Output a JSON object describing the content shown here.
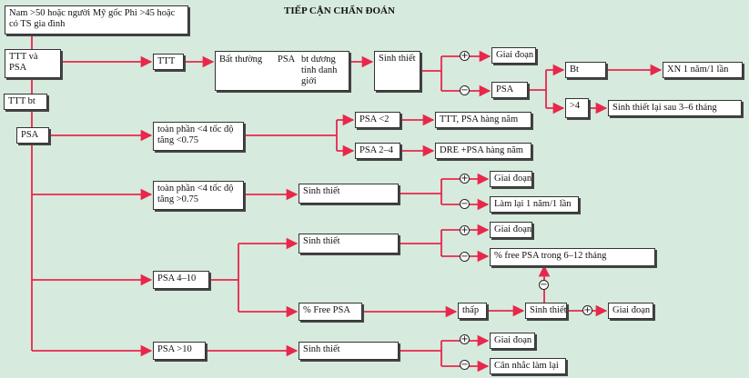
{
  "title": "TIẾP CẬN CHẨN ĐOÁN",
  "nodes": {
    "risk": "Nam >50 hoặc người Mỹ gốc Phi >45 hoặc có TS gia đình",
    "ttt_psa": "TTT và PSA",
    "ttt": "TTT",
    "bat_thuong": "Bất thường",
    "psa_label": "PSA",
    "psa_abn": "bt dương tính danh giới",
    "sinh_thiet_top": "Sinh thiết",
    "giai_doan_top": "Giai đoạn",
    "psa_top": "PSA",
    "bt": "Bt",
    "xn": "XN 1 năm/1 lần",
    "gt4": ">4",
    "sinh_thiet_lai": "Sinh thiết lại sau 3–6 tháng",
    "ttt_bt": "TTT bt",
    "psa_main": "PSA",
    "total_lt4_slow": "toàn phần <4 tốc độ tăng <0.75",
    "psa_lt2": "PSA <2",
    "ttt_psa_yearly": "TTT, PSA hàng năm",
    "psa_2_4": "PSA 2–4",
    "dre_psa": "DRE +PSA hàng năm",
    "total_lt4_fast": "toàn phần <4 tốc độ tăng >0.75",
    "sinh_thiet_2": "Sinh thiết",
    "giai_doan_2": "Giai đoạn",
    "lam_lai": "Làm lại 1 năm/1 lần",
    "psa_4_10": "PSA 4–10",
    "sinh_thiet_3": "Sinh thiết",
    "giai_doan_3": "Giai đoạn",
    "free_psa_follow": "% free PSA trong 6–12 tháng",
    "free_psa": "% Free PSA",
    "thap": "thấp",
    "sinh_thiet_4": "Sinh thiết",
    "giai_doan_4": "Giai đoạn",
    "psa_gt10": "PSA >10",
    "sinh_thiet_5": "Sinh thiết",
    "giai_doan_5": "Giai đoạn",
    "can_nhac": "Cân nhắc làm lại"
  },
  "signs": {
    "plus": "+",
    "minus": "−"
  },
  "colors": {
    "background": "#d6eadd",
    "arrow": "#e8274b",
    "box": "#ffffff",
    "border": "#333333"
  }
}
